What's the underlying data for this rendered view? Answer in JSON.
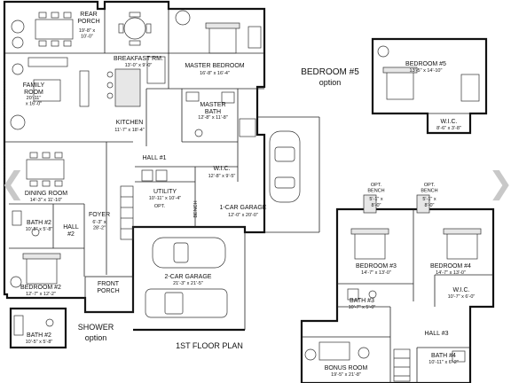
{
  "ui": {
    "prev_arrow": "❮",
    "next_arrow": "❯"
  },
  "plan_title": "1ST FLOOR PLAN",
  "rooms": {
    "rear_porch": {
      "name": "REAR\nPORCH",
      "dims": "19'-8\" x\n10'-0\""
    },
    "breakfast": {
      "name": "BREAKFAST RM.",
      "dims": "13'-0\" x 9'-0\""
    },
    "master_bedroom": {
      "name": "MASTER BEDROOM",
      "dims": "16'-8\" x 16'-4\""
    },
    "family_room": {
      "name": "FAMILY\nROOM",
      "dims": "20'-11\"\nx 16'-0\""
    },
    "master_bath": {
      "name": "MASTER\nBATH",
      "dims": "12'-8\" x 11'-8\""
    },
    "kitchen": {
      "name": "KITCHEN",
      "dims": "11'-7\" x 18'-4\""
    },
    "hall1": {
      "name": "HALL #1"
    },
    "wic_master": {
      "name": "W.I.C.",
      "dims": "12'-8\" x 9'-5\""
    },
    "dining": {
      "name": "DINING ROOM",
      "dims": "14'-3\" x 11'-10\""
    },
    "utility": {
      "name": "UTILITY",
      "dims": "10'-11\" x 10'-4\""
    },
    "one_car": {
      "name": "1-CAR GARAGE",
      "dims": "12'-0\" x 20'-0\""
    },
    "bath2": {
      "name": "BATH #2",
      "dims": "10'-5\" x 5'-8\""
    },
    "hall2": {
      "name": "HALL\n#2"
    },
    "foyer": {
      "name": "FOYER",
      "dims": "6'-3\" x\n28'-2\""
    },
    "bedroom2": {
      "name": "BEDROOM #2",
      "dims": "12'-7\" x 12'-2\""
    },
    "front_porch": {
      "name": "FRONT\nPORCH"
    },
    "two_car": {
      "name": "2-CAR GARAGE",
      "dims": "21'-3\" x 21'-5\""
    },
    "bedroom5": {
      "name": "BEDROOM #5",
      "dims": "13'-5\" x 14'-10\""
    },
    "wic5": {
      "name": "W.I.C.",
      "dims": "8'-6\" x 3'-8\""
    },
    "bedroom3": {
      "name": "BEDROOM #3",
      "dims": "14'-7\" x 13'-0\""
    },
    "bedroom4": {
      "name": "BEDROOM #4",
      "dims": "14'-7\" x 13'-0\""
    },
    "wic4": {
      "name": "W.I.C.",
      "dims": "10'-7\" x 6'-0\""
    },
    "bath3": {
      "name": "BATH #3",
      "dims": "10'-7\" x 5'-0\""
    },
    "hall3": {
      "name": "HALL #3"
    },
    "bonus": {
      "name": "BONUS ROOM",
      "dims": "19'-5\" x 21'-8\""
    },
    "bath4": {
      "name": "BATH #4",
      "dims": "10'-11\" x 6'-2\""
    },
    "bath2_alt": {
      "name": "BATH #2",
      "dims": "10'-5\" x 5'-8\""
    }
  },
  "options": {
    "bedroom5_title": "BEDROOM #5",
    "bedroom5_sub": "option",
    "shower_title": "SHOWER",
    "shower_sub": "option"
  },
  "misc": {
    "opt_bench": "OPT.\nBENCH",
    "opt": "OPT.",
    "bench": "BENCH"
  }
}
